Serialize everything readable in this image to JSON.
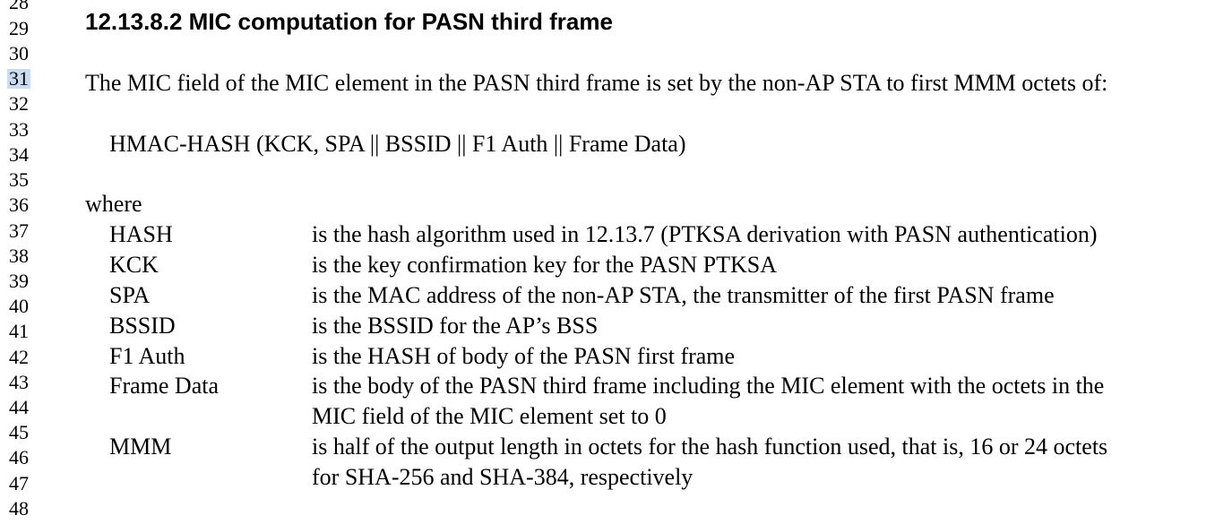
{
  "line_numbers": [
    "28",
    "29",
    "30",
    "31",
    "32",
    "33",
    "34",
    "35",
    "36",
    "37",
    "38",
    "39",
    "40",
    "41",
    "42",
    "43",
    "44",
    "45",
    "46",
    "47",
    "48"
  ],
  "heading": "12.13.8.2 MIC computation for PASN third frame",
  "paragraph": "The MIC field of the MIC element in the PASN third frame is set by the non-AP STA to first MMM octets of:",
  "formula": "HMAC-HASH (KCK, SPA || BSSID || F1 Auth || Frame Data)",
  "where_label": "where",
  "definitions": [
    {
      "term": "HASH",
      "lines": [
        "is the hash algorithm used in 12.13.7 (PTKSA derivation with PASN authentication)"
      ]
    },
    {
      "term": "KCK",
      "lines": [
        "is the key confirmation key for the PASN PTKSA"
      ]
    },
    {
      "term": "SPA",
      "lines": [
        "is the MAC address of the non-AP STA, the transmitter of the first PASN frame"
      ]
    },
    {
      "term": "BSSID",
      "lines": [
        "is the BSSID for the AP’s BSS"
      ]
    },
    {
      "term": "F1 Auth",
      "lines": [
        "is the HASH of body of the PASN first frame"
      ]
    },
    {
      "term": "Frame Data",
      "lines": [
        "is the body of the PASN third frame including the MIC element with the octets in the",
        "MIC field of the MIC element set to 0"
      ]
    },
    {
      "term": "MMM",
      "lines": [
        "is half of the output length in octets for the hash function used, that is, 16 or 24 octets",
        "for SHA-256 and SHA-384, respectively"
      ]
    }
  ],
  "highlighted_line": "31"
}
